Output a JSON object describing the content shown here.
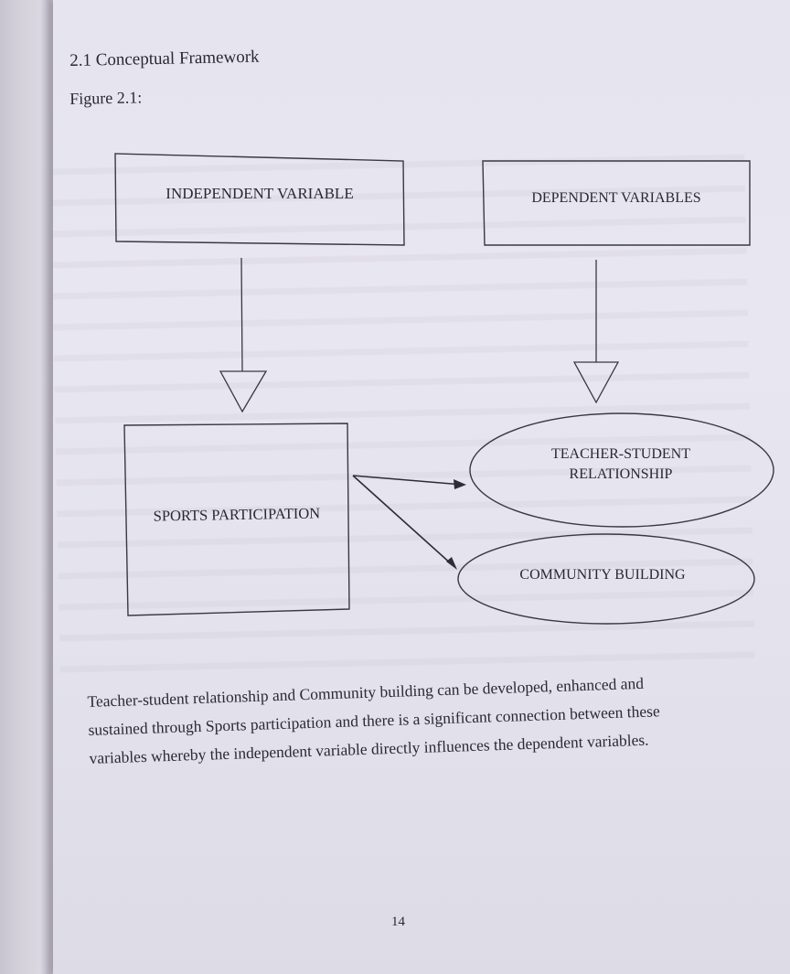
{
  "section_heading": "2.1 Conceptual Framework",
  "figure_label": "Figure 2.1:",
  "diagram": {
    "independent_header": "INDEPENDENT VARIABLE",
    "dependent_header": "DEPENDENT VARIABLES",
    "independent_node": "SPORTS PARTICIPATION",
    "dependent_nodes": [
      {
        "line1": "TEACHER-STUDENT",
        "line2": "RELATIONSHIP"
      },
      {
        "line1": "COMMUNITY BUILDING"
      }
    ]
  },
  "caption": {
    "lines": [
      "Teacher-student relationship and Community building can be developed, enhanced and",
      "sustained through Sports participation and there is a significant connection between these",
      "variables whereby the independent variable directly influences the dependent variables."
    ]
  },
  "page_number": "14",
  "colors": {
    "paper": "#e6e4ee",
    "ink": "#2a2832"
  }
}
